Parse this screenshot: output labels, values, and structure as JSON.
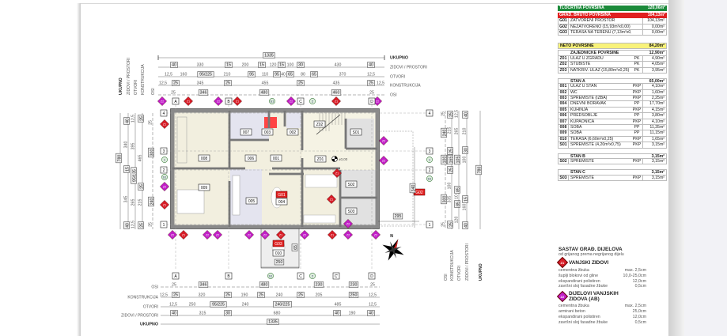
{
  "table": {
    "tlocrtna": {
      "label": "TLOCRTNA POVRŠINA",
      "value": "120,06m²"
    },
    "bruto": {
      "label": "GRAD. BRUTO POVRŠINA",
      "value": "104,13m²",
      "rows": [
        {
          "code": "G01",
          "name": "ZATVORENI PROSTOR",
          "type": "",
          "value": "104,13m²"
        },
        {
          "code": "G02",
          "name": "NEZATVORENO (15,93m²x0,00)",
          "type": "",
          "value": "0,00m²"
        },
        {
          "code": "G03",
          "name": "TERASA NA TERENU (7,13m²x0,00)",
          "type": "",
          "value": "0,00m²"
        }
      ]
    },
    "neto": {
      "label": "NETO POVRŠINE",
      "value": "84,20m²"
    },
    "groups": [
      {
        "title": "ZAJEDNIČKE POVRŠINE",
        "value": "12,90m²",
        "rows": [
          {
            "code": "Z01",
            "name": "ULAZ U ZGRADU",
            "type": "PK",
            "value": "4,90m²"
          },
          {
            "code": "Z02",
            "name": "STUBIŠTE",
            "type": "PK",
            "value": "4,05m²"
          },
          {
            "code": "Z03",
            "name": "NATKRIV. ULAZ (15,80m²x0,25)",
            "type": "PK",
            "value": "3,95m²"
          }
        ]
      },
      {
        "title": "STAN A",
        "value": "65,00m²",
        "rows": [
          {
            "code": "001",
            "name": "ULAZ U STAN",
            "type": "PKP",
            "value": "4,10m²"
          },
          {
            "code": "002",
            "name": "WC",
            "type": "PKP",
            "value": "1,60m²"
          },
          {
            "code": "003",
            "name": "SPREMIŠTE (IZBA)",
            "type": "PKP",
            "value": "2,25m²"
          },
          {
            "code": "004",
            "name": "DNEVNI BORAVAK",
            "type": "PP",
            "value": "17,70m²"
          },
          {
            "code": "005",
            "name": "KUHINJA",
            "type": "PKP",
            "value": "4,15m²"
          },
          {
            "code": "006",
            "name": "PREDSOBLJE",
            "type": "PP",
            "value": "3,80m²"
          },
          {
            "code": "007",
            "name": "KUPAONICA",
            "type": "PKP",
            "value": "4,10m²"
          },
          {
            "code": "008",
            "name": "SOBA",
            "type": "PP",
            "value": "11,35m²"
          },
          {
            "code": "009",
            "name": "SOBA",
            "type": "PP",
            "value": "11,15m²"
          },
          {
            "code": "010",
            "name": "TERASA (6,60m²x0,25)",
            "type": "PKP",
            "value": "1,65m²"
          },
          {
            "code": "S01",
            "name": "SPREMIŠTE (4,20m²x0,75)",
            "type": "PKP",
            "value": "3,15m²"
          }
        ]
      },
      {
        "title": "STAN B",
        "value": "3,15m²",
        "rows": [
          {
            "code": "S02",
            "name": "SPREMIŠTE",
            "type": "PKP",
            "value": "3,15m²"
          }
        ]
      },
      {
        "title": "STAN C",
        "value": "3,15m²",
        "rows": [
          {
            "code": "S03",
            "name": "SPREMIŠTE",
            "type": "PKP",
            "value": "3,15m²"
          }
        ]
      }
    ]
  },
  "legend": {
    "title": "SASTAV GRAĐ. DIJELOVA",
    "subtitle": "od grijanog prema negrijanog dijelu",
    "items": [
      {
        "marker": "Z1",
        "color": "#d81e28",
        "title": [
          "VANJSKI ZIDOVI"
        ],
        "layers": [
          {
            "name": "cementna žbuka",
            "value": "max. 2,5cm"
          },
          {
            "name": "šuplji blokovi od gline",
            "value": "10,0-25,0cm"
          },
          {
            "name": "ekspandirani polistiren",
            "value": "12,0cm"
          },
          {
            "name": "završni sloj fasadne žbuke",
            "value": "0,5cm"
          }
        ]
      },
      {
        "marker": "Z2",
        "color": "#c21fc8",
        "title": [
          "DIJELOVI VANJSKIH",
          "ZIDOVA (AB)"
        ],
        "layers": [
          {
            "name": "cementna žbuka",
            "value": "max. 2,5cm"
          },
          {
            "name": "armirani beton",
            "value": "25,0cm"
          },
          {
            "name": "ekspandirani polistiren",
            "value": "12,0cm"
          },
          {
            "name": "završni sloj fasadne žbuke",
            "value": "0,5cm"
          }
        ]
      }
    ]
  },
  "plan": {
    "row_labels": [
      "UKUPNO",
      "ZIDOVI / PROSTORI",
      "OTVORI",
      "KONSTRUKCIJA",
      "OSI"
    ],
    "axes_x": [
      "A",
      "B",
      "C",
      "D"
    ],
    "axes_x_bottom": [
      "A",
      "B",
      "C",
      "C'",
      "D"
    ],
    "axes_y": [
      "4",
      "3",
      "2",
      "1"
    ],
    "rooms": [
      "008",
      "009",
      "007",
      "003",
      "002",
      "006",
      "001",
      "005",
      "004",
      "Z02",
      "S01",
      "Z01",
      "S02",
      "S03",
      "010"
    ],
    "red_labels": [
      "G01",
      "G02",
      "G03"
    ],
    "elevation": "±0,00",
    "section_marks": [
      "S1",
      "1",
      "2"
    ],
    "dims_top": {
      "ukupno": [
        "1335"
      ],
      "zidovi": [
        "40",
        "330",
        "15",
        "200",
        "15",
        "120",
        "15",
        "100",
        "30",
        "430",
        "40"
      ],
      "otvori": [
        "12,5",
        "160",
        "95/225",
        "210",
        "95",
        "110",
        "95",
        "40",
        "65",
        "80",
        "65",
        "370",
        "12,5"
      ],
      "konstrukcija": [
        "12,5",
        "25",
        "345",
        "25",
        "455",
        "25",
        "435",
        "25",
        "12,5"
      ],
      "osi": [
        "25",
        "346",
        "480",
        "460",
        "25"
      ]
    },
    "dims_bottom": {
      "osi": [
        "25",
        "346",
        "480",
        "230",
        "230",
        "25"
      ],
      "konstrukcija": [
        "12,5",
        "25",
        "320",
        "25",
        "190",
        "25",
        "240",
        "25",
        "205",
        "250",
        "12,5"
      ],
      "otvori": [
        "12,5",
        "250",
        "95/225",
        "240",
        "240/225",
        "485",
        "12,5"
      ],
      "zidovi": [
        "40",
        "315",
        "30",
        "680",
        "40",
        "190",
        "40"
      ],
      "ukupno": [
        "1335"
      ]
    },
    "dims_left": {
      "ukupno": [
        "780"
      ],
      "zidovi": [
        "40",
        "340",
        "15",
        "345",
        "40"
      ],
      "otvori": [
        "12,5",
        "395",
        "95/135",
        "265",
        "12,5"
      ],
      "konstrukcija": [
        "25",
        "465",
        "25",
        "215",
        "25"
      ],
      "osi": [
        "25",
        "300",
        "240",
        "25"
      ]
    },
    "dims_right": {
      "osi": [
        "25",
        "240",
        "100",
        "300",
        "25"
      ],
      "konstrukcija": [
        "25",
        "215",
        "25",
        "165",
        "25",
        "100",
        "335",
        "25"
      ],
      "otvori": [
        "12,5",
        "265",
        "105",
        "85",
        "10",
        "85",
        "120"
      ],
      "zidovi": [
        "40",
        "210",
        "30",
        "100",
        "15",
        "160",
        "40"
      ],
      "ukupno": [
        "780"
      ]
    },
    "misc_dims": [
      "340",
      "295",
      "250",
      "65"
    ]
  },
  "colors": {
    "green": "#1b8a3a",
    "red": "#e02020",
    "yellow": "#f8f27a",
    "z1": "#d81e28",
    "z2": "#c21fc8"
  }
}
